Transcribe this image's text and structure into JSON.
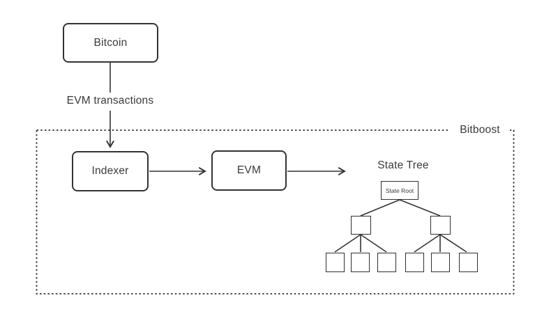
{
  "diagram": {
    "type": "architecture-flow",
    "nodes": {
      "bitcoin": {
        "label": "Bitcoin"
      },
      "indexer": {
        "label": "Indexer"
      },
      "evm": {
        "label": "EVM"
      }
    },
    "labels": {
      "edge": "EVM transactions",
      "container": "Bitboost",
      "tree_title": "State Tree",
      "tree_root": "State Root"
    },
    "edges": [
      {
        "from": "bitcoin",
        "to": "indexer",
        "label": "EVM transactions"
      },
      {
        "from": "indexer",
        "to": "evm",
        "label": ""
      },
      {
        "from": "evm",
        "to": "state-tree",
        "label": ""
      }
    ],
    "state_tree": {
      "root_label": "State Root",
      "internal_nodes": 2,
      "leaf_nodes": 6
    },
    "colors": {
      "stroke": "#333333",
      "text": "#3a3a3a",
      "background": "#ffffff"
    }
  }
}
